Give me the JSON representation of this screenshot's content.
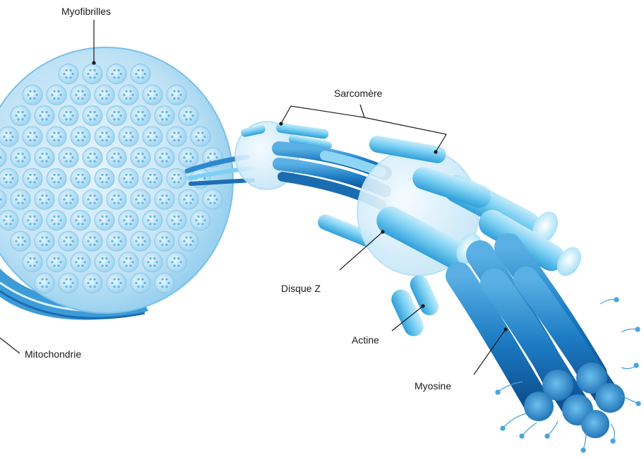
{
  "labels": {
    "myofibrilles": "Myofibrilles",
    "sarcomere": "Sarcomère",
    "disque_z": "Disque Z",
    "actine": "Actine",
    "myosine": "Myosine",
    "mitochondrie": "Mitochondrie"
  },
  "colors": {
    "light_blue": "#8fd6f5",
    "mid_blue": "#3aa8df",
    "dark_blue": "#1570b8",
    "disk_face": "#cbe6f6",
    "line": "#1b1b1b"
  }
}
